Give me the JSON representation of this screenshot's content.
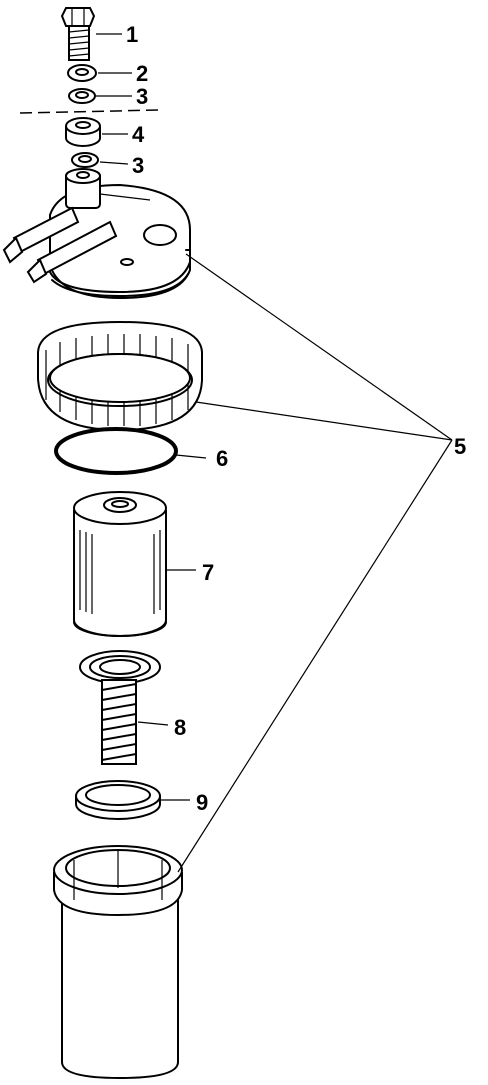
{
  "callouts": {
    "c1": "1",
    "c2": "2",
    "c3a": "3",
    "c4": "4",
    "c3b": "3",
    "c5": "5",
    "c6": "6",
    "c7": "7",
    "c8": "8",
    "c9": "9"
  }
}
